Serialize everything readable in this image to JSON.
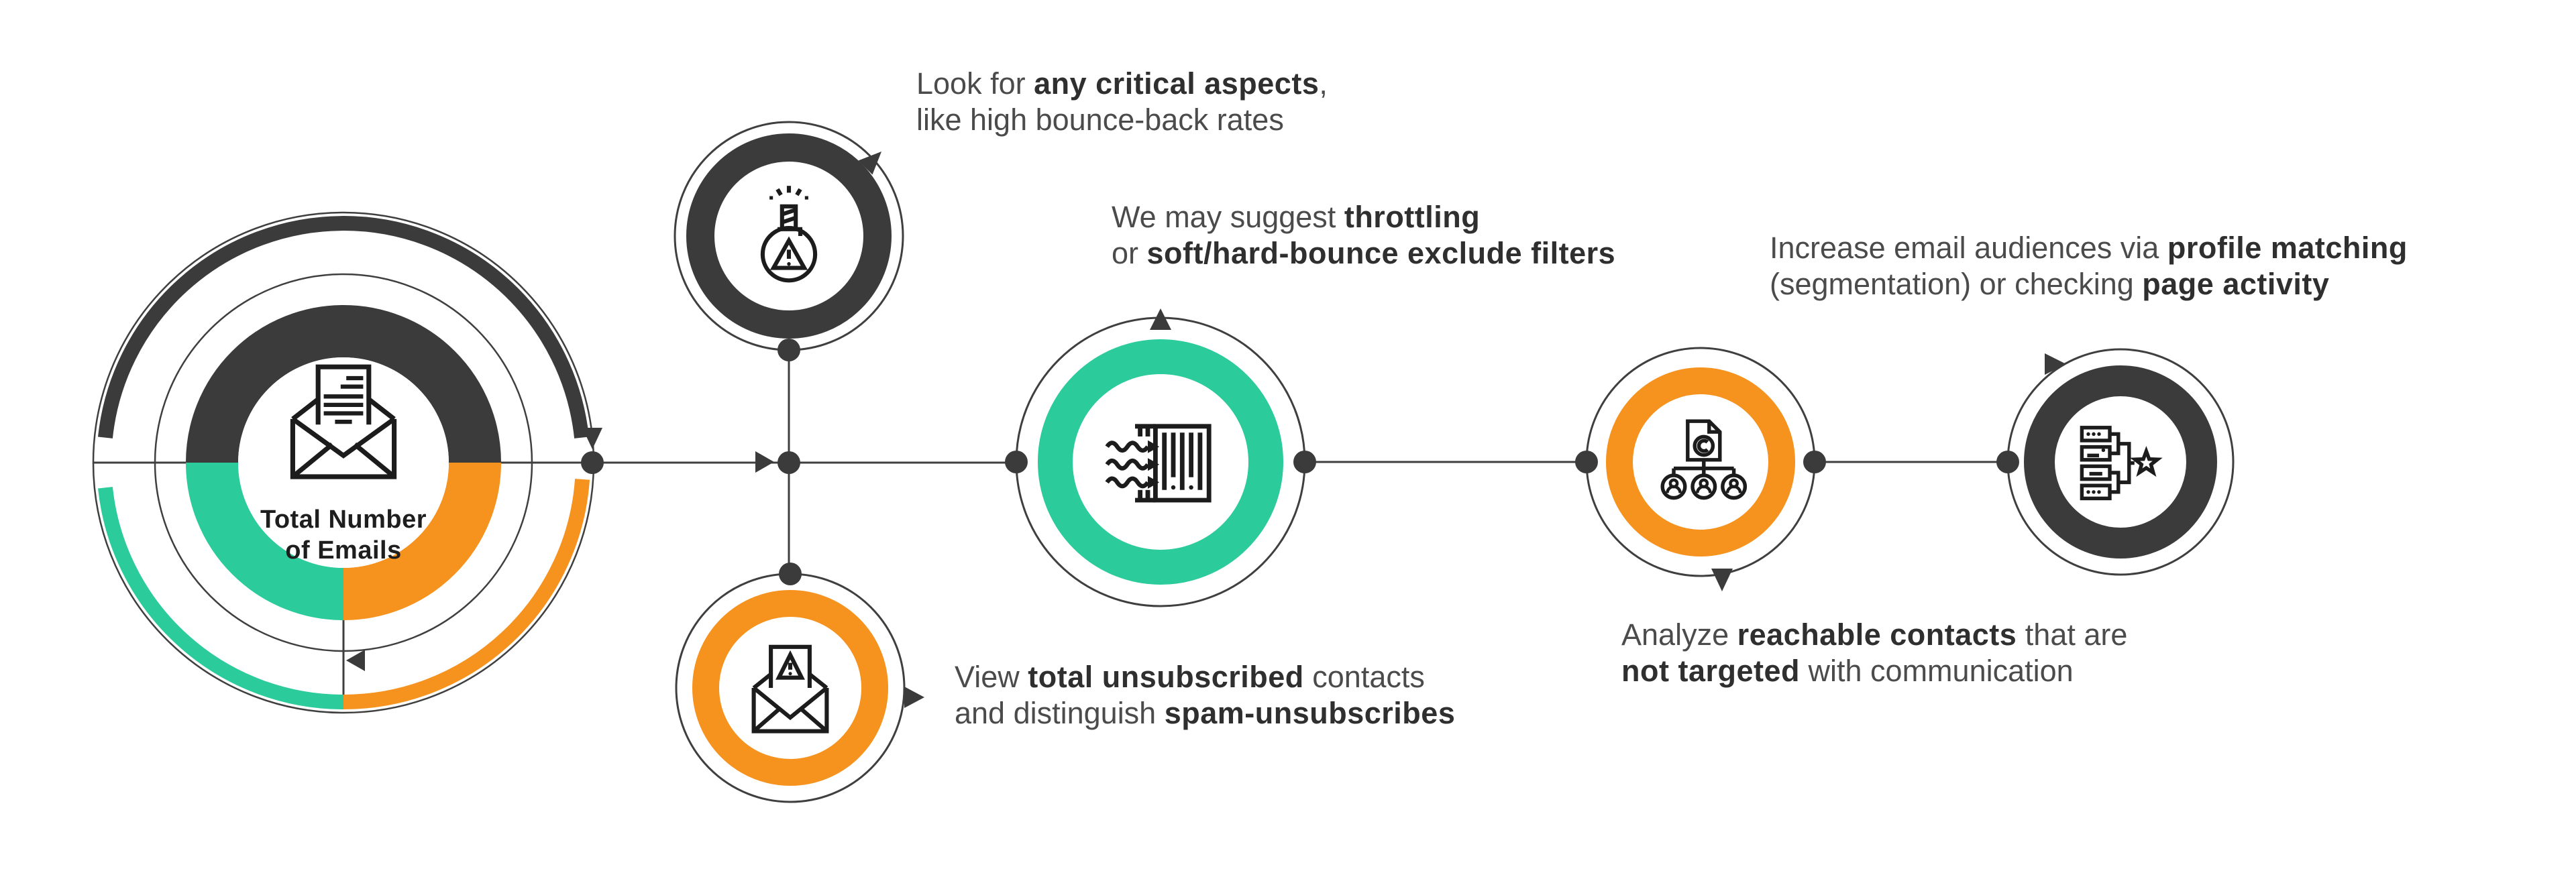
{
  "title": "Email audience analysis workflow infographic",
  "colors": {
    "background": "#ffffff",
    "dark_ring": "#3b3b3b",
    "green_ring": "#2bcb9b",
    "orange_ring": "#f6921e",
    "connector_line": "#3f3f3f",
    "dot": "#3b3b3b",
    "icon_stroke": "#1c1c1c",
    "caption_text": "#4b4b4b",
    "caption_bold": "#2f2f2f"
  },
  "center_node": {
    "icon": "open-envelope-letter-icon",
    "label_line1": "Total Number",
    "label_line2": "of Emails",
    "ring_segments": [
      "dark",
      "green",
      "orange"
    ]
  },
  "nodes": [
    {
      "id": "critical-aspects",
      "icon": "flask-alert-icon",
      "ring_color": "#3b3b3b"
    },
    {
      "id": "unsubscribed",
      "icon": "envelope-warning-icon",
      "ring_color": "#f6921e"
    },
    {
      "id": "bounce-filters",
      "icon": "air-filter-icon",
      "ring_color": "#2bcb9b"
    },
    {
      "id": "reachable-contacts",
      "icon": "copyright-doc-contacts-icon",
      "ring_color": "#f6921e"
    },
    {
      "id": "profile-segments",
      "icon": "segments-merge-star-icon",
      "ring_color": "#3b3b3b"
    }
  ],
  "captions": {
    "critical": {
      "l1p1": "Look for ",
      "l1b1": "any critical aspects",
      "l1p2": ",",
      "l2p1": "like high bounce-back rates"
    },
    "throttling": {
      "l1p1": "We may suggest ",
      "l1b1": "throttling",
      "l2p1": "or ",
      "l2b1": "soft/hard-bounce exclude filters"
    },
    "unsubscribed": {
      "l1p1": "View ",
      "l1b1": "total unsubscribed",
      "l1p2": " contacts",
      "l2p1": "and distinguish ",
      "l2b1": "spam-unsubscribes"
    },
    "audiences": {
      "l1p1": "Increase email audiences via ",
      "l1b1": "profile matching",
      "l2p1": "(segmentation) or checking ",
      "l2b1": "page activity"
    },
    "reachable": {
      "l1p1": "Analyze ",
      "l1b1": "reachable contacts",
      "l1p2": " that are",
      "l2b1": "not targeted",
      "l2p2": " with communication"
    }
  }
}
